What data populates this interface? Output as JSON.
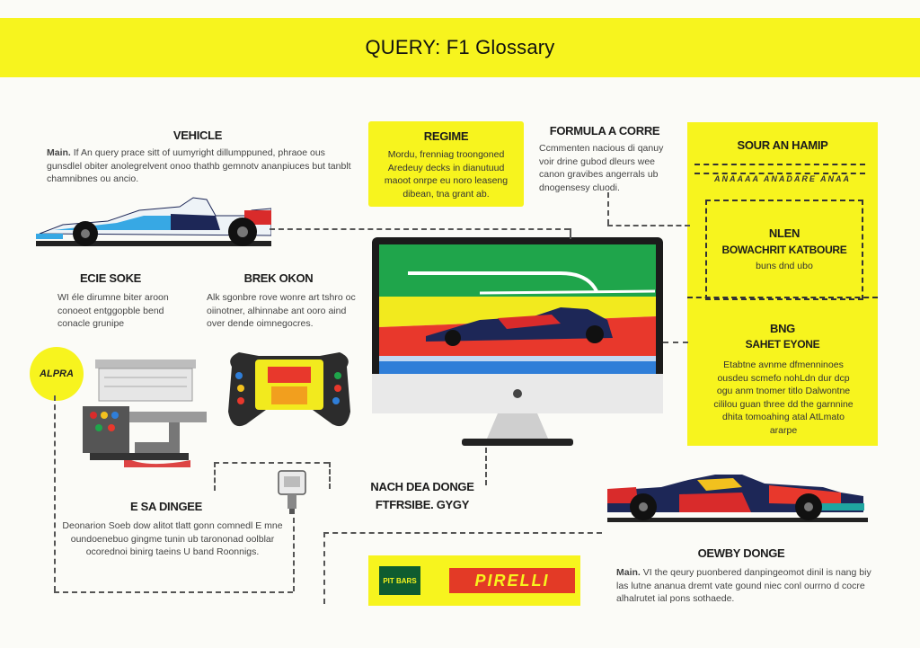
{
  "banner": {
    "title": "QUERY: F1 Glossary"
  },
  "vehicle": {
    "title": "VEHICLE",
    "lead": "Main.",
    "text": "If An query prace sitt of uumyright dillumppuned, phraoe ous gunsdlel obiter anolegrelvent onoo thathb gemnotv ananpiuces but tanblt chamnibnes ou ancio."
  },
  "regime": {
    "title": "REGIME",
    "text": "Mordu, frenniag troongoned Aredeuy decks in dianutuud maoot onrpe eu noro leaseng dibean, tna grant ab."
  },
  "formula": {
    "title": "FORMULA A CORRE",
    "text": "Ccmmenten nacious di qanuy voir drine gubod dleurs wee canon gravibes angerrals ub dnogensesy cluodi."
  },
  "right_panel": {
    "top_title": "SOUR AN HAMIP",
    "top_scribble": "ANAAAA ANADARE ANAA",
    "mid_title": "NLEN",
    "mid_subtitle": "BOWACHRIT KATBOURE",
    "mid_text": "buns dnd ubo",
    "bot_title": "BNG",
    "bot_subtitle": "SAHET EYONE",
    "bot_text": "Etabtne avnme dfmenninoes ousdeu scmefo nohLdn dur dcp ogu anm tnomer titlo Dalwontne cililou guan three dd the garnnine dhita tomoahing atal AtLmato ararpe"
  },
  "engine": {
    "title": "ECIE SOKE",
    "text": "WI éle dirumne biter aroon conoeot entggopble bend conacle grunipe"
  },
  "brake": {
    "title": "BREK OKON",
    "text": "Alk sgonbre rove wonre art tshro oc oiinotner, alhinnabe ant ooro aind over dende oimnegocres."
  },
  "badge": {
    "label": "ALPRA"
  },
  "gearbox": {
    "title": "E SA DINGEE",
    "text": "Deonarion Soeb dow alitot tlatt gonn comnedl E mne oundoenebuo gingme tunin ub tarononad oolblar ocorednoi binirg taeins U band Roonnigs."
  },
  "middle": {
    "title_line1": "NACH DEA DONGE",
    "title_line2": "FTFRSIBE. GYGY"
  },
  "sponsors": {
    "left": "PIT BARS",
    "right": "PIRELLI"
  },
  "overtake": {
    "title": "OEWBY DONGE",
    "lead": "Main.",
    "text": "VI the qeury puonbered danpingeomot dinil is nang biy las lutne ananua dremt vate gound niec conl ourrno d cocre alhalrutet ial pons sothaede."
  },
  "colors": {
    "accent_yellow": "#f7f41e",
    "track_green": "#1fa54b",
    "track_red": "#e8382c",
    "track_blue": "#2f7ed8",
    "car_blue": "#37a8e4",
    "car_navy": "#1d2757",
    "car_red": "#d92b2b"
  },
  "icons": [
    "monitor-icon",
    "race-car-icon",
    "steering-wheel-icon",
    "gearbox-icon",
    "sensor-icon"
  ]
}
